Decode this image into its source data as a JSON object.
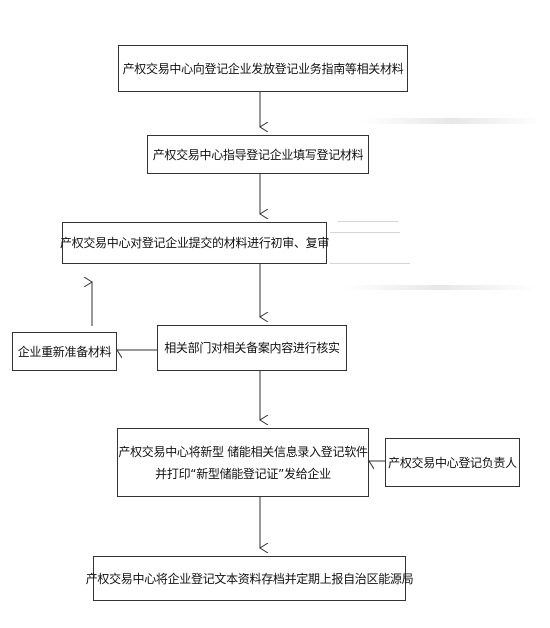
{
  "boxes": {
    "step1": "产权交易中心向登记企业发放登记业务指南等相关材料",
    "step2": "产权交易中心指导登记企业填写登记材料",
    "step3": "产权交易中心对登记企业提交的材料进行初审、复审",
    "step4": "相关部门对相关备案内容进行核实",
    "side_resubmit": "企业重新准备材料",
    "step5_line1": "产权交易中心将新型  储能相关信息录入登记软件",
    "step5_line2": "并打印“新型储能登记证”发给企业",
    "side_responsible": "产权交易中心登记负责人",
    "step6": "产权交易中心将企业登记文本资料存档并定期上报自治区能源局"
  },
  "colors": {
    "border": "#333333",
    "arrow": "#333333"
  }
}
